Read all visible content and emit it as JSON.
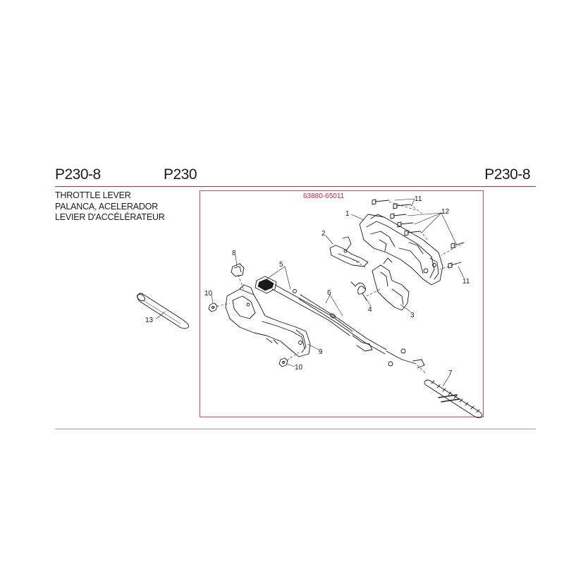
{
  "header": {
    "code_left": "P230-8",
    "model": "P230",
    "code_right": "P230-8"
  },
  "titles": {
    "en": "THROTTLE LEVER",
    "es": "PALANCA, ACELERADOR",
    "fr": "LEVIER D'ACCÉLÉRATEUR"
  },
  "assembly_part_number": "63880-65011",
  "callouts": [
    "1",
    "2",
    "3",
    "4",
    "5",
    "6",
    "7",
    "8",
    "9",
    "10",
    "10",
    "11",
    "11",
    "12",
    "13"
  ],
  "colors": {
    "frame": "#d44a5a",
    "accent": "#c0283a",
    "line": "#1a1a1a"
  }
}
